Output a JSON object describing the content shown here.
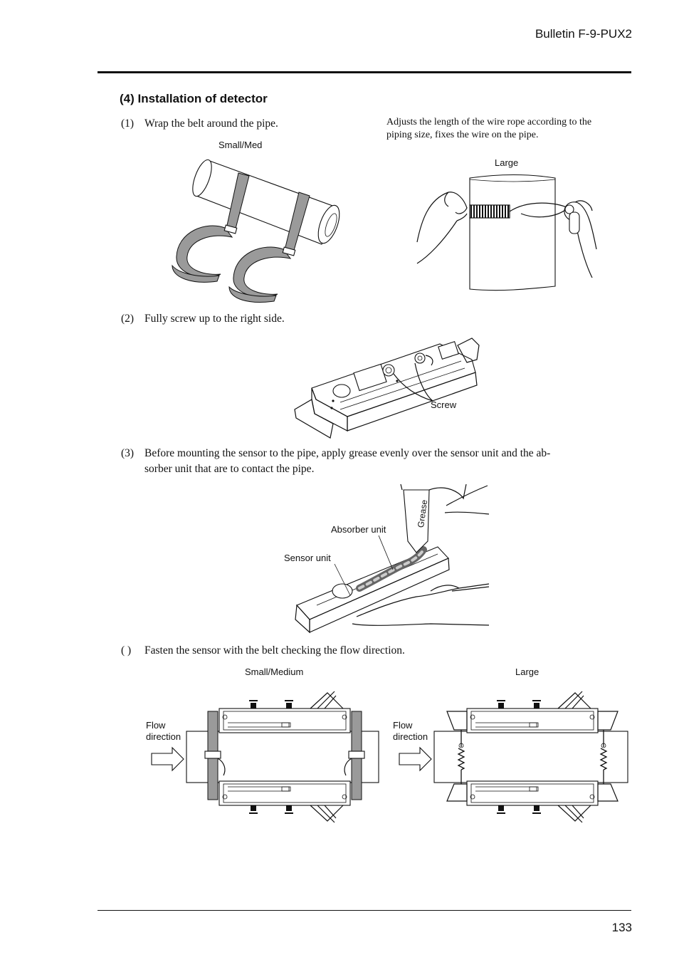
{
  "header": {
    "bulletin": "Bulletin F-9-PUX2"
  },
  "section_title": "(4)  Installation of detector",
  "steps": [
    {
      "num": "(1)",
      "text": "Wrap the belt around the pipe."
    },
    {
      "num": "(2)",
      "text": "Fully screw up to the right side."
    },
    {
      "num": "(3)",
      "text": "Before mounting the sensor to the pipe, apply grease evenly over the sensor unit and the ab-",
      "text2": "sorber unit that are to contact the pipe."
    },
    {
      "num": "(  )",
      "text": "Fasten the sensor with the belt checking the flow direction."
    }
  ],
  "note_wire": {
    "line1": "Adjusts the length of the wire rope according to the",
    "line2": "piping size, fixes the wire on the pipe."
  },
  "labels": {
    "small_med": "Small/Med",
    "large": "Large",
    "screw": "Screw",
    "absorber_unit": "Absorber unit",
    "sensor_unit": "Sensor unit",
    "grease": "Grease",
    "small_medium": "Small/Medium",
    "large2": "Large",
    "flow": "Flow",
    "direction": "direction"
  },
  "page_number": "133"
}
